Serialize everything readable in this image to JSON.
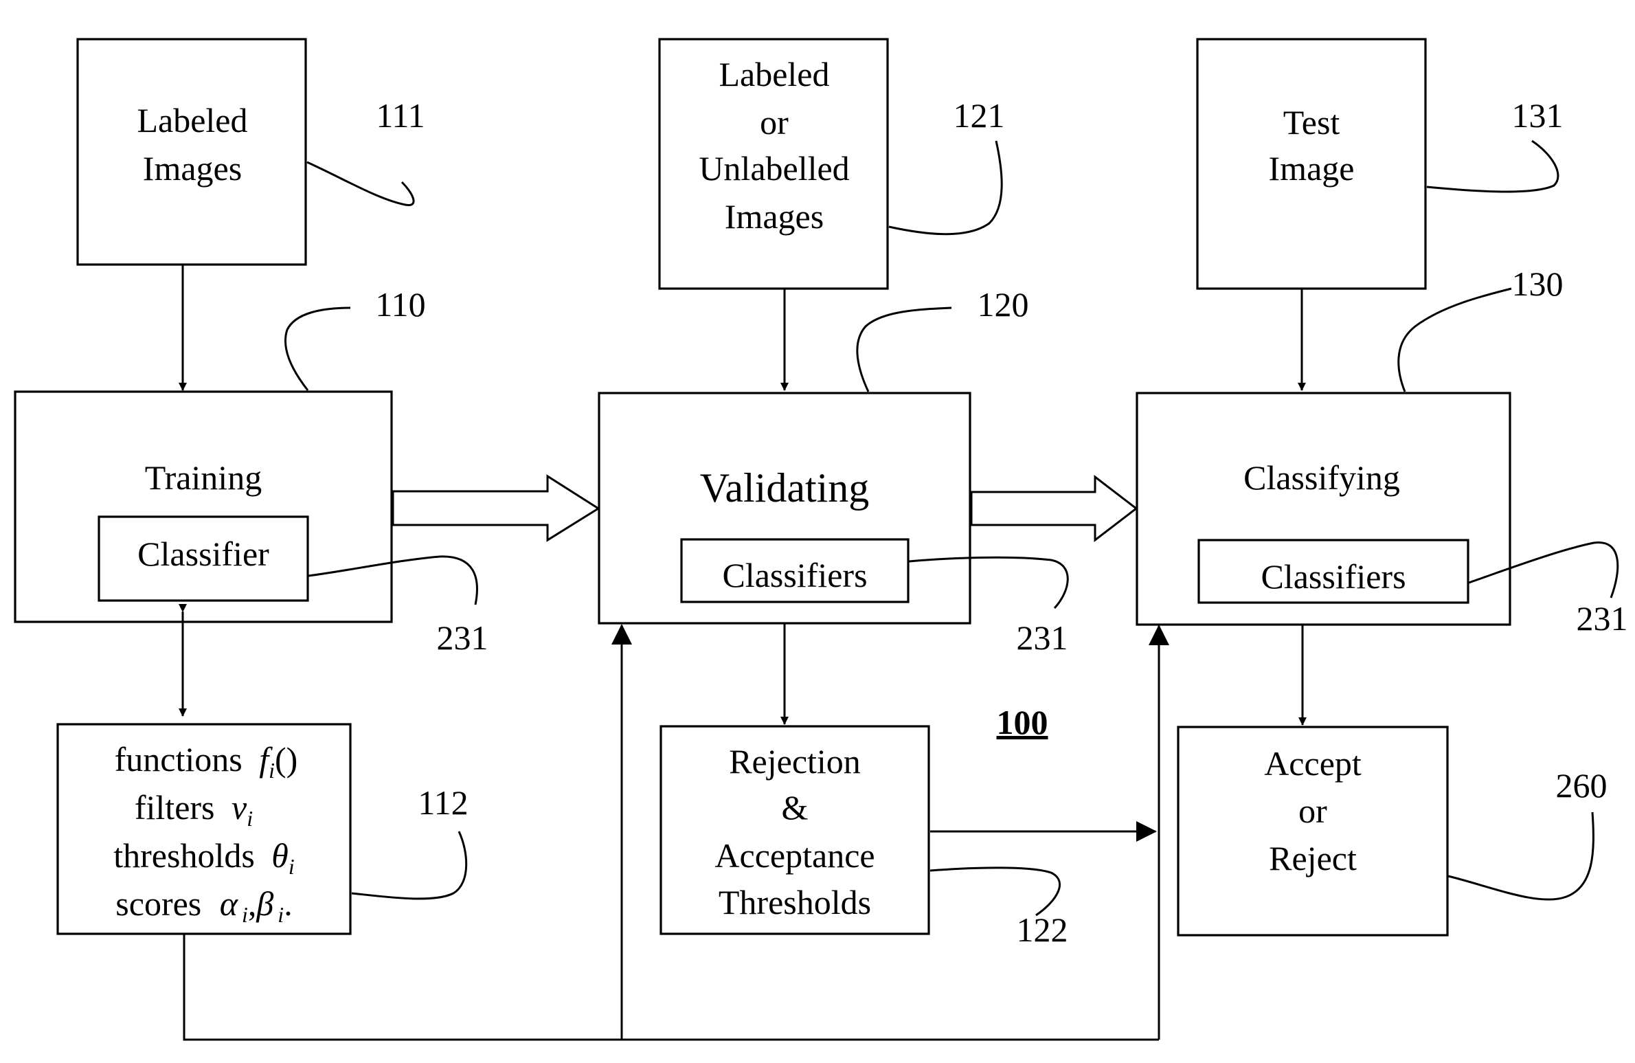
{
  "figure_number": "100",
  "boxes": {
    "labeled_images": {
      "lines": [
        "Labeled",
        "Images"
      ],
      "ref": "111"
    },
    "labeled_or_unlabelled": {
      "lines": [
        "Labeled",
        "or",
        "Unlabelled",
        "Images"
      ],
      "ref": "121"
    },
    "test_image": {
      "lines": [
        "Test",
        "Image"
      ],
      "ref": "131"
    },
    "training": {
      "title": "Training",
      "inner": "Classifier",
      "ref": "110",
      "inner_ref": "231"
    },
    "validating": {
      "title": "Validating",
      "inner": "Classifiers",
      "ref": "120",
      "inner_ref": "231"
    },
    "classifying": {
      "title": "Classifying",
      "inner": "Classifiers",
      "ref": "130",
      "inner_ref": "231"
    },
    "parameters": {
      "functions_label": "functions",
      "functions_sym": "f",
      "functions_sub": "i",
      "functions_tail": "()",
      "filters_label": "filters",
      "filters_sym": "v",
      "filters_sub": "i",
      "thresholds_label": "thresholds",
      "thresholds_sym": "θ",
      "thresholds_sub": "i",
      "scores_label": "scores",
      "alpha_sym": "α",
      "alpha_sub": "i",
      "sep": ",",
      "beta_sym": "β",
      "beta_sub": "i",
      "end": ".",
      "ref": "112"
    },
    "rejection_thresholds": {
      "lines": [
        "Rejection",
        "&",
        "Acceptance",
        "Thresholds"
      ],
      "ref": "122"
    },
    "accept_reject": {
      "lines": [
        "Accept",
        "or",
        "Reject"
      ],
      "ref": "260"
    }
  }
}
